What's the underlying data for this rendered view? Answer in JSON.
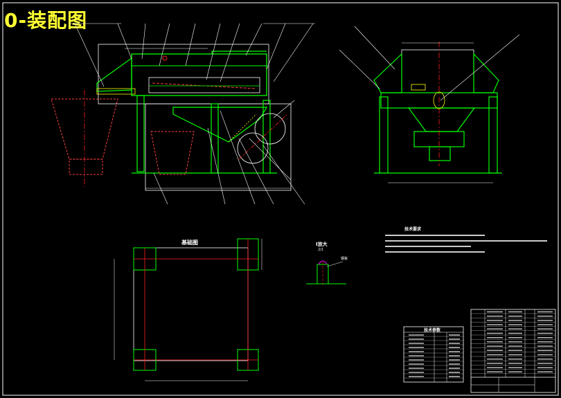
{
  "title": "0-装配图",
  "views": {
    "foundation_label": "基础图",
    "detail_label": "I放大",
    "detail_ratio": "2/1",
    "detail_callout": "钢板",
    "tech_req_title": "技术要求"
  },
  "tables": {
    "param_title": "技术参数"
  },
  "colors": {
    "frame": "#ffffff",
    "structure": "#00ff00",
    "centerline": "#ff2020",
    "hidden": "#ff4040",
    "leader": "#ffffff",
    "title_text": "#ffff33"
  }
}
